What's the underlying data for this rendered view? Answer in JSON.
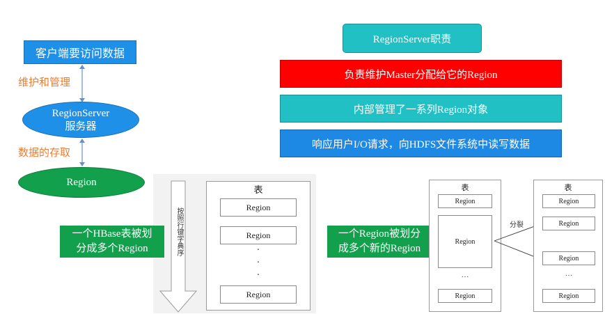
{
  "left_flow": {
    "client": "客户端要访问数据",
    "maintain_label": "维护和管理",
    "server_line1": "RegionServer",
    "server_line2": "服务器",
    "storage_label": "数据的存取",
    "region": "Region"
  },
  "responsibilities": {
    "title": "RegionServer职责",
    "items": [
      {
        "text": "负责维护Master分配给它的Region",
        "color": "#ff0000"
      },
      {
        "text": "内部管理了一系列Region对象",
        "color": "#21c0c4"
      },
      {
        "text": "响应用户I/O请求，向HDFS文件系统中读写数据",
        "color": "#1e88e5"
      }
    ]
  },
  "split_table": {
    "label_line1": "一个HBase表被划",
    "label_line2": "分成多个Region",
    "arrow_text": "按照行键字典序",
    "table_title": "表",
    "region": "Region",
    "dot": "·"
  },
  "split_region": {
    "label_line1": "一个Region被划分",
    "label_line2": "成多个新的Region",
    "table_title": "表",
    "region": "Region",
    "split_label": "分裂",
    "ellipsis": "···"
  },
  "colors": {
    "blue": "#1e90e8",
    "green": "#13a04c",
    "orange": "#ed7d31",
    "teal": "#21c0c4",
    "red": "#ff0000"
  }
}
